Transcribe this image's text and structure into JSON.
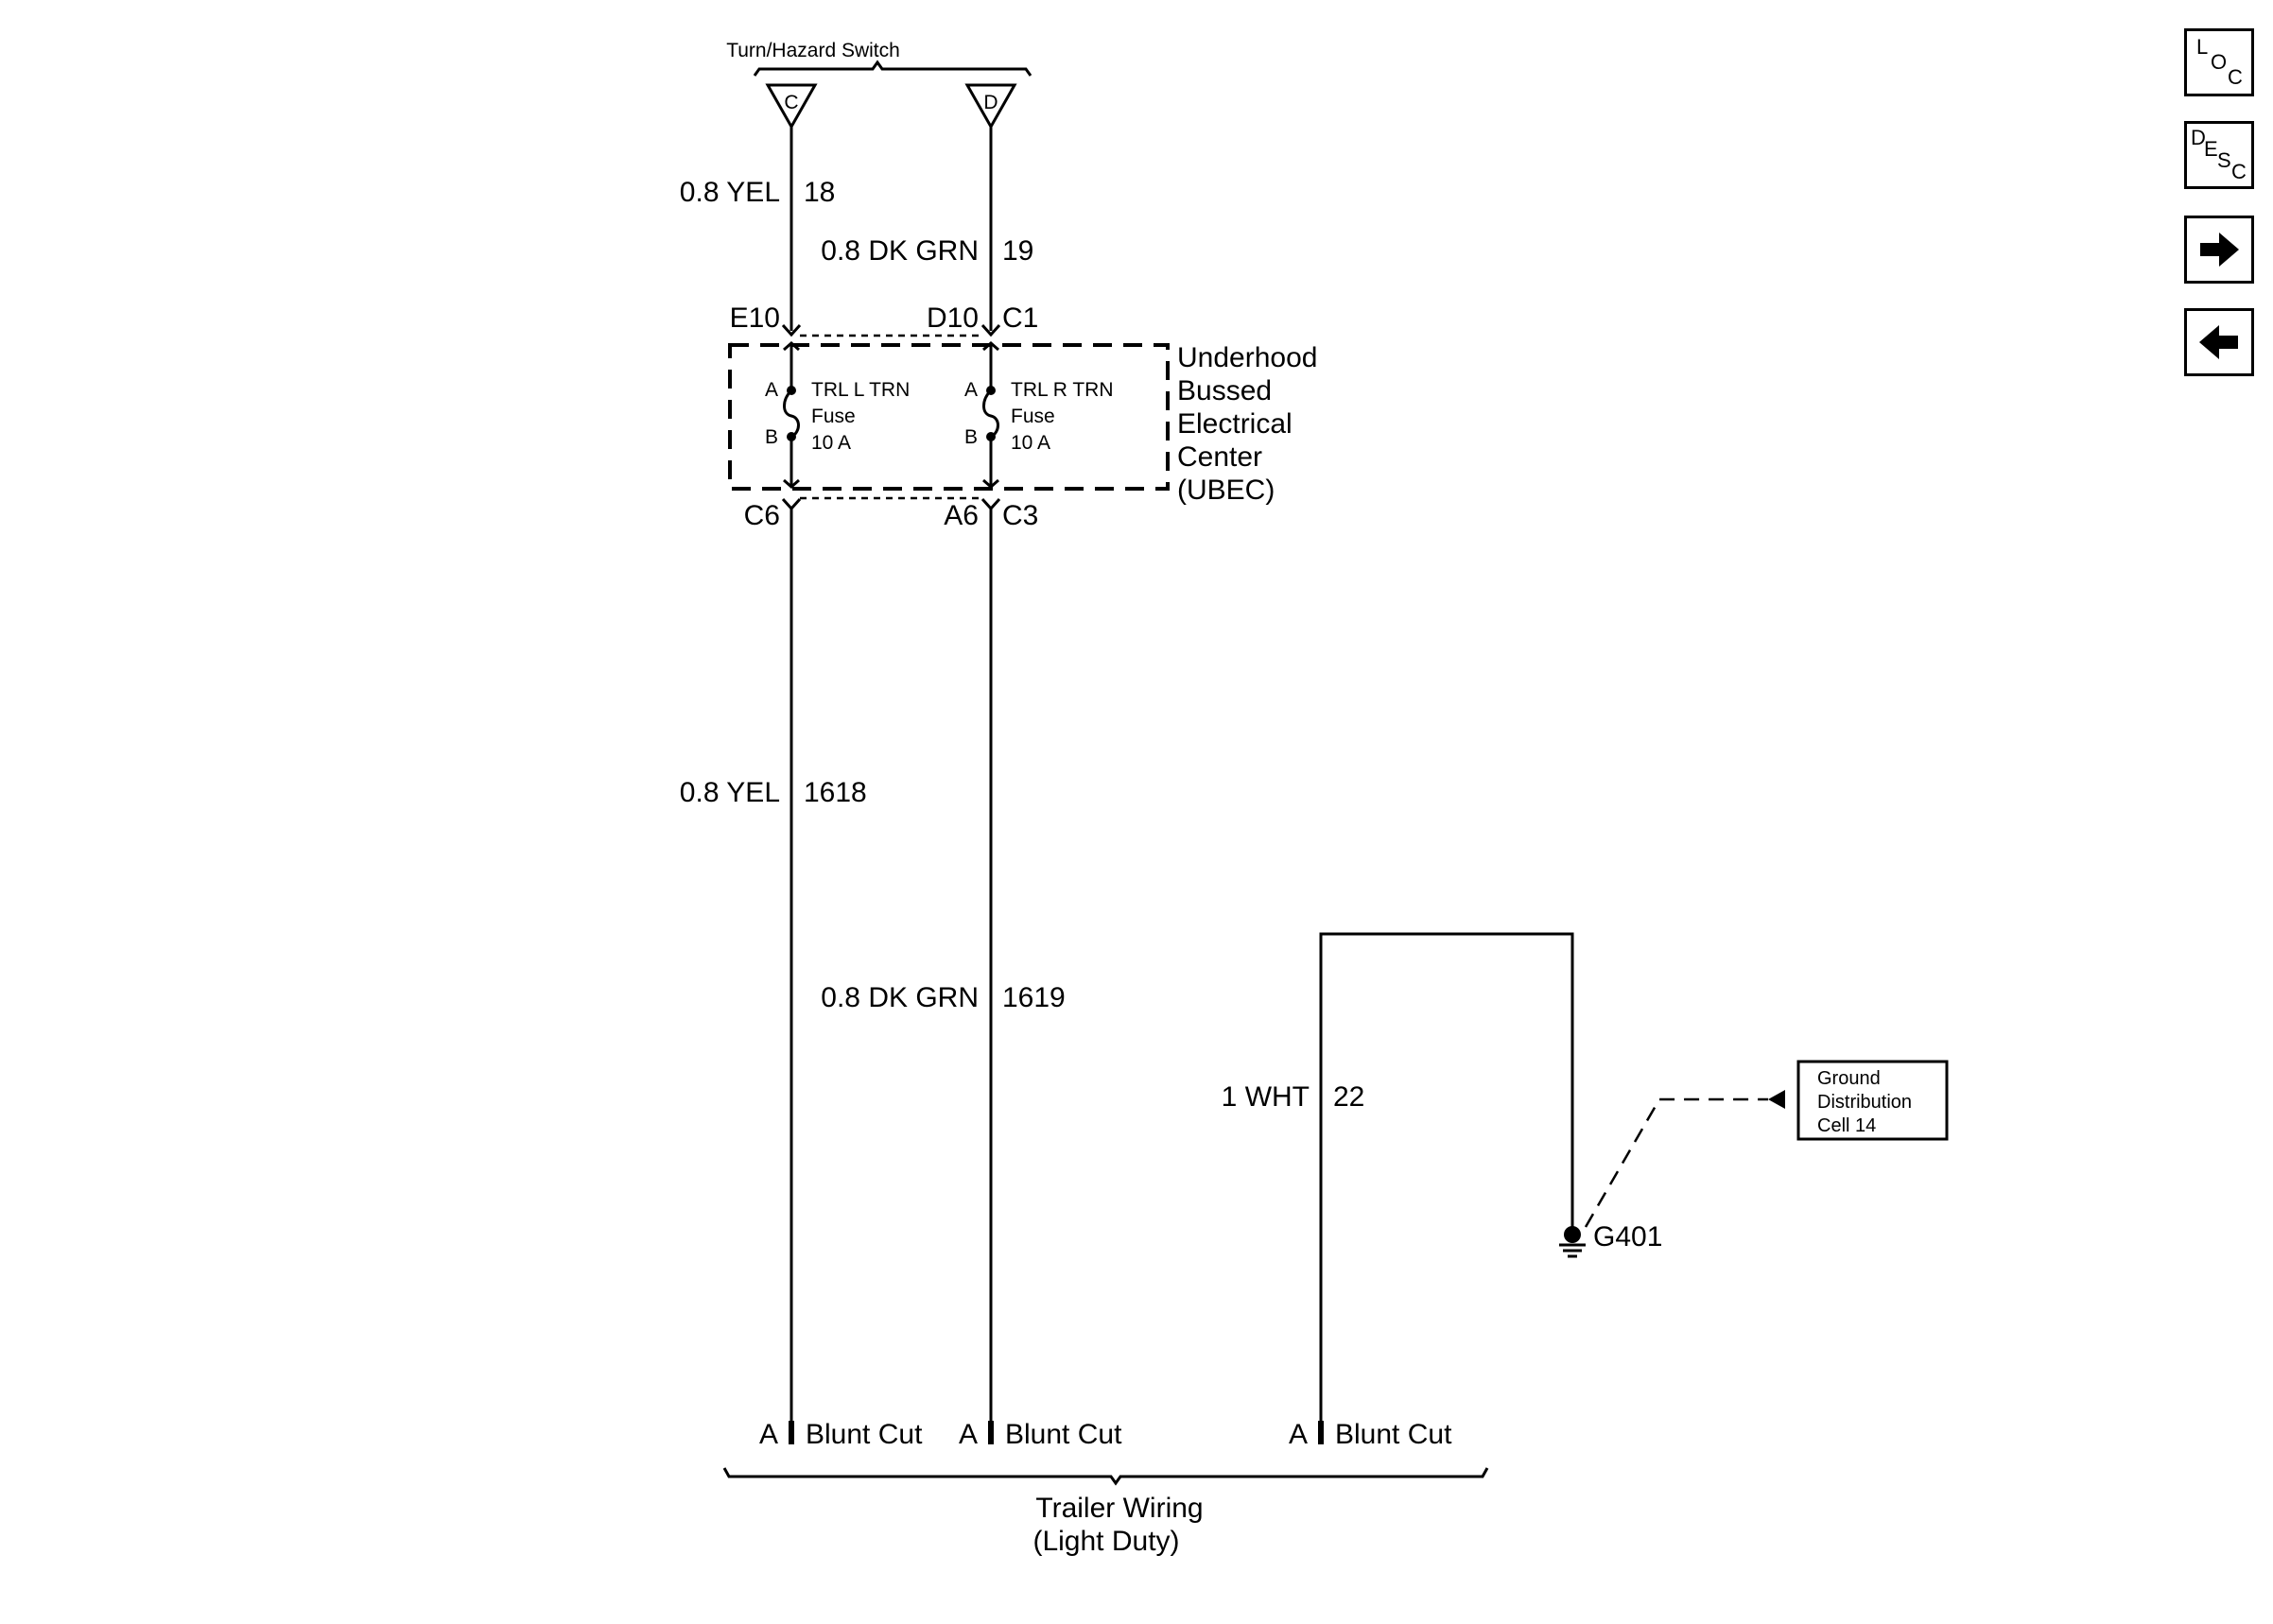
{
  "diagram": {
    "switch_title": "Turn/Hazard Switch",
    "switch_pins": [
      "C",
      "D"
    ],
    "wires_top": [
      {
        "gauge_color": "0.8 YEL",
        "circuit": "18"
      },
      {
        "gauge_color": "0.8 DK GRN",
        "circuit": "19"
      }
    ],
    "ubec_top_pins": [
      "E10",
      "D10",
      "C1"
    ],
    "ubec_bottom_pins": [
      "C6",
      "A6",
      "C3"
    ],
    "fuses": [
      {
        "name": "TRL L TRN",
        "type": "Fuse",
        "rating": "10 A",
        "pin_a": "A",
        "pin_b": "B"
      },
      {
        "name": "TRL R TRN",
        "type": "Fuse",
        "rating": "10 A",
        "pin_a": "A",
        "pin_b": "B"
      }
    ],
    "ubec_label": [
      "Underhood",
      "Bussed",
      "Electrical",
      "Center",
      "(UBEC)"
    ],
    "wires_bottom": [
      {
        "gauge_color": "0.8 YEL",
        "circuit": "1618"
      },
      {
        "gauge_color": "0.8 DK GRN",
        "circuit": "1619"
      },
      {
        "gauge_color": "1 WHT",
        "circuit": "22"
      }
    ],
    "ground": "G401",
    "ground_ref": [
      "Ground",
      "Distribution",
      "Cell 14"
    ],
    "blunt_cuts": [
      {
        "pin": "A",
        "label": "Blunt Cut"
      },
      {
        "pin": "A",
        "label": "Blunt Cut"
      },
      {
        "pin": "A",
        "label": "Blunt Cut"
      }
    ],
    "trailer_label": [
      "Trailer Wiring",
      "(Light Duty)"
    ]
  },
  "nav": {
    "loc": {
      "l1": "L",
      "l2": "O",
      "l3": "C"
    },
    "desc": {
      "l1": "D",
      "l2": "E",
      "l3": "S",
      "l4": "C"
    },
    "next_icon": "arrow-right-icon",
    "prev_icon": "arrow-left-icon"
  }
}
